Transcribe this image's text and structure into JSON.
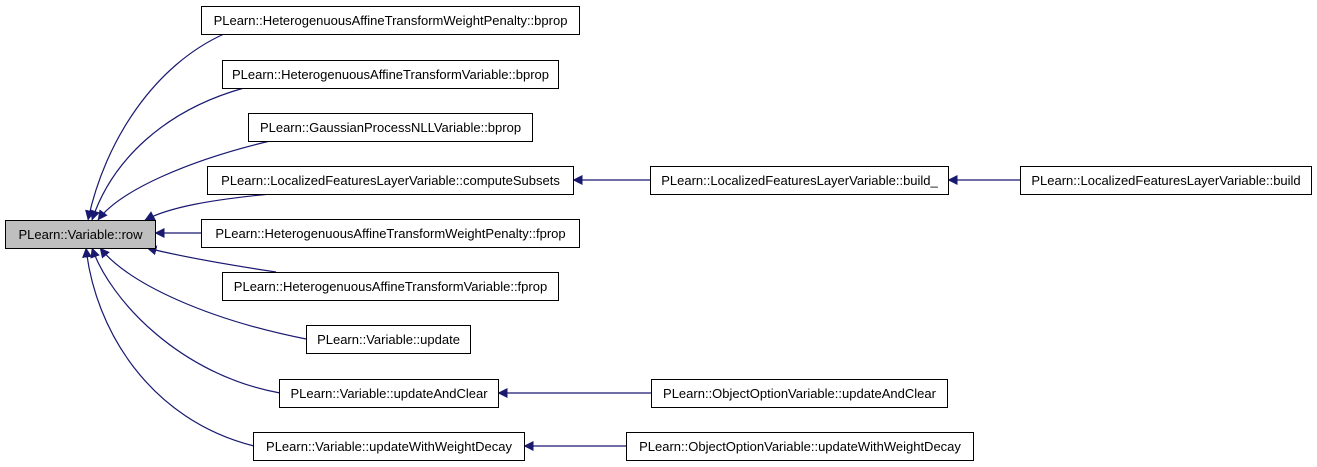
{
  "graph": {
    "colors": {
      "edge": "#191970",
      "node_fill": "#ffffff",
      "root_fill": "#bfbfbf",
      "node_border": "#000000"
    },
    "nodes": [
      {
        "id": "root",
        "label": "PLearn::Variable::row",
        "root": true
      },
      {
        "id": "n1",
        "label": "PLearn::HeterogenuousAffineTransformWeightPenalty::bprop"
      },
      {
        "id": "n2",
        "label": "PLearn::HeterogenuousAffineTransformVariable::bprop"
      },
      {
        "id": "n3",
        "label": "PLearn::GaussianProcessNLLVariable::bprop"
      },
      {
        "id": "n4",
        "label": "PLearn::LocalizedFeaturesLayerVariable::computeSubsets"
      },
      {
        "id": "n5",
        "label": "PLearn::HeterogenuousAffineTransformWeightPenalty::fprop"
      },
      {
        "id": "n6",
        "label": "PLearn::HeterogenuousAffineTransformVariable::fprop"
      },
      {
        "id": "n7",
        "label": "PLearn::Variable::update"
      },
      {
        "id": "n8",
        "label": "PLearn::Variable::updateAndClear"
      },
      {
        "id": "n9",
        "label": "PLearn::Variable::updateWithWeightDecay"
      },
      {
        "id": "n10",
        "label": "PLearn::LocalizedFeaturesLayerVariable::build_"
      },
      {
        "id": "n11",
        "label": "PLearn::LocalizedFeaturesLayerVariable::build"
      },
      {
        "id": "n12",
        "label": "PLearn::ObjectOptionVariable::updateAndClear"
      },
      {
        "id": "n13",
        "label": "PLearn::ObjectOptionVariable::updateWithWeightDecay"
      }
    ],
    "edges": [
      {
        "from": "n1",
        "to": "root"
      },
      {
        "from": "n2",
        "to": "root"
      },
      {
        "from": "n3",
        "to": "root"
      },
      {
        "from": "n4",
        "to": "root"
      },
      {
        "from": "n5",
        "to": "root"
      },
      {
        "from": "n6",
        "to": "root"
      },
      {
        "from": "n7",
        "to": "root"
      },
      {
        "from": "n8",
        "to": "root"
      },
      {
        "from": "n9",
        "to": "root"
      },
      {
        "from": "n10",
        "to": "n4"
      },
      {
        "from": "n11",
        "to": "n10"
      },
      {
        "from": "n12",
        "to": "n8"
      },
      {
        "from": "n13",
        "to": "n9"
      }
    ]
  }
}
